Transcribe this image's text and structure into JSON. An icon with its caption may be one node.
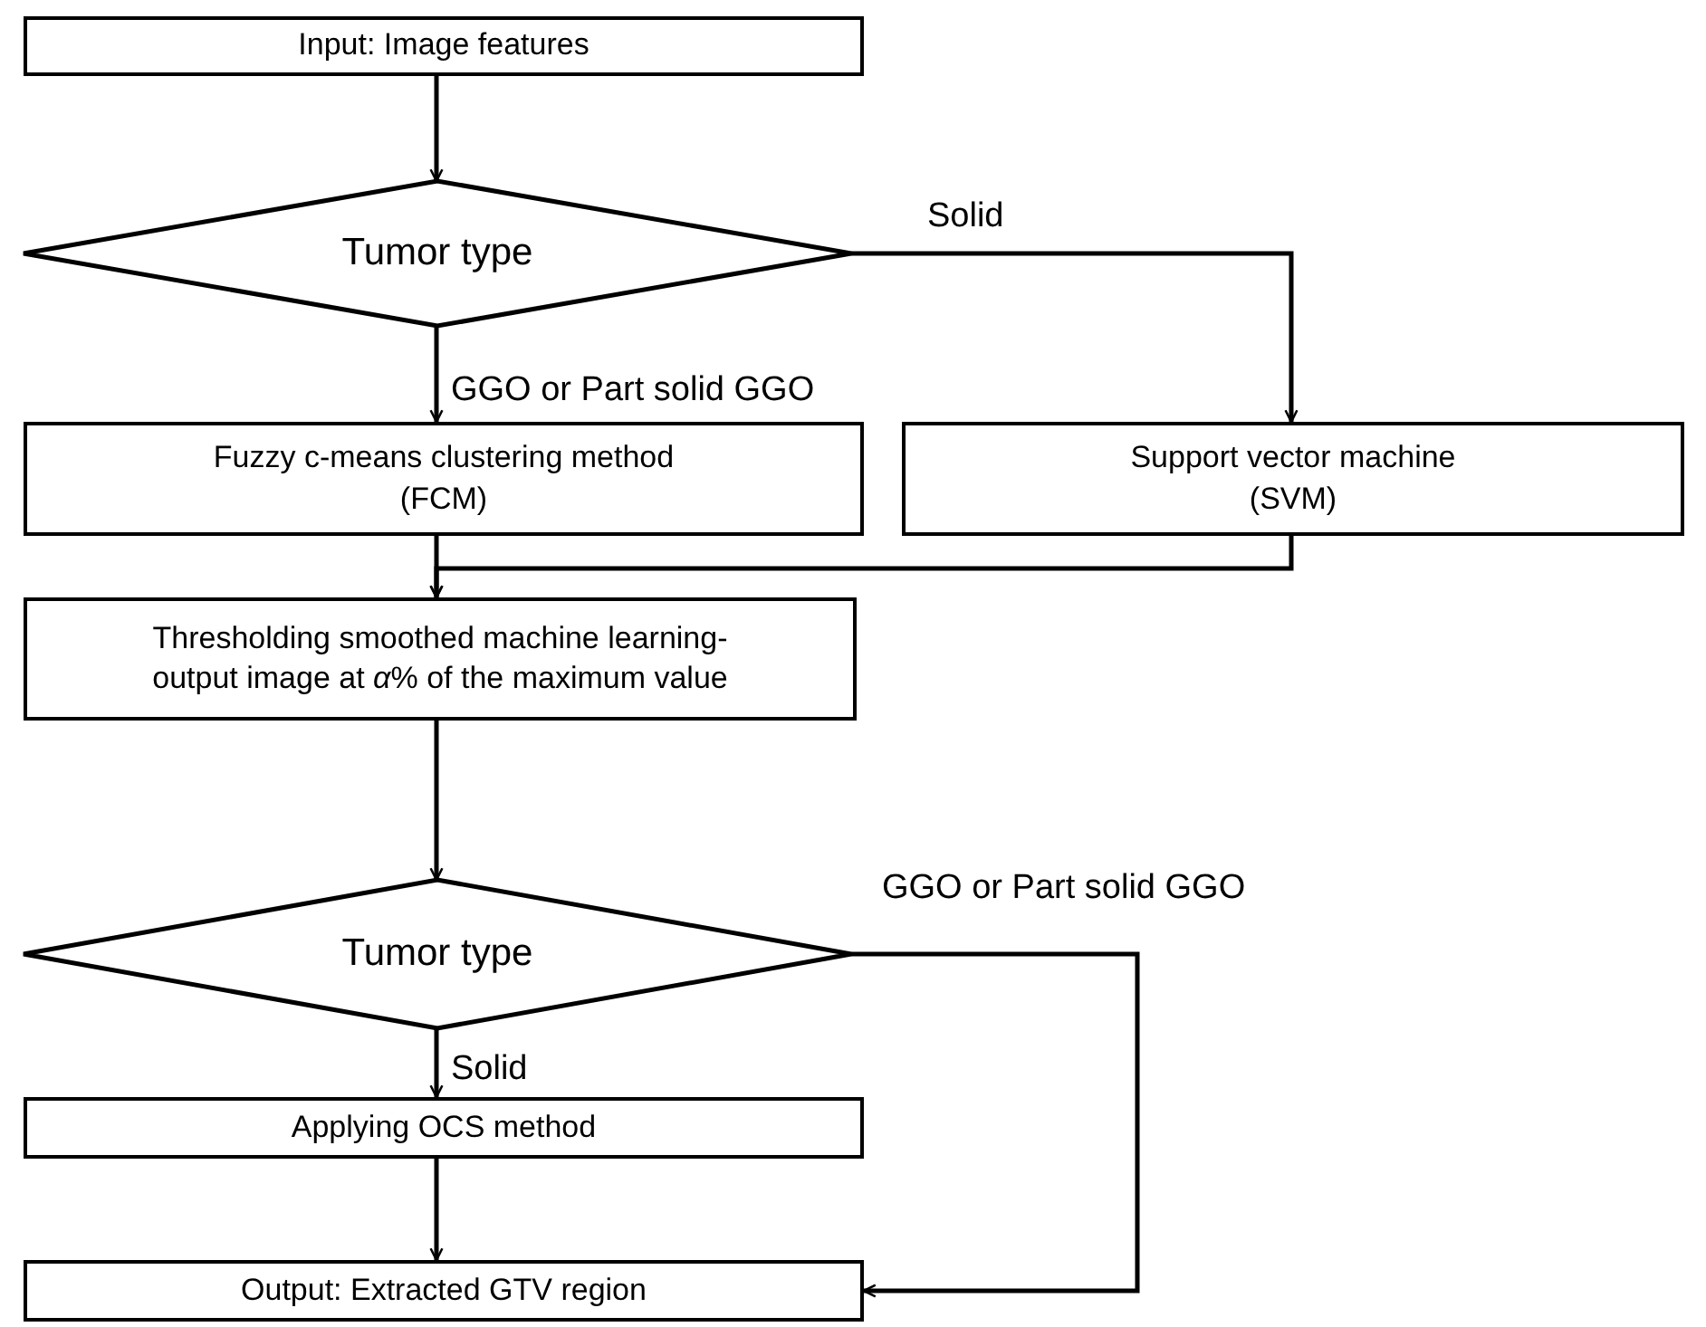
{
  "diagram": {
    "nodes": [
      {
        "text": [
          "Input: Image features"
        ]
      },
      {
        "text": [
          "Tumor type"
        ]
      },
      {
        "text": [
          "Fuzzy c-means clustering method (FCM)"
        ]
      },
      {
        "text": [
          "Support vector machine (SVM)"
        ]
      },
      {
        "text": [
          "Thresholding smoothed machine learning-output image at *α*% of the maximum value"
        ]
      },
      {
        "text": [
          "Tumor type"
        ]
      },
      {
        "text": [
          "Applying OCS method"
        ]
      },
      {
        "text": [
          "Output: Extracted GTV region"
        ]
      }
    ],
    "edges": [
      {
        "from": 0,
        "to": 1,
        "arrow": "to"
      },
      {
        "from": 1,
        "to": 2,
        "arrow": "to",
        "label": "GGO or Part solid GGO"
      },
      {
        "from": 1,
        "to": 3,
        "arrow": "to",
        "label": "Solid"
      },
      {
        "from": 2,
        "to": 4,
        "arrow": "to"
      },
      {
        "from": 3,
        "to": 4,
        "arrow": "to"
      },
      {
        "from": 4,
        "to": 5,
        "arrow": "to"
      },
      {
        "from": 5,
        "to": 6,
        "arrow": "to",
        "label": "Solid"
      },
      {
        "from": 5,
        "to": 7,
        "arrow": "to",
        "label": "GGO or Part solid GGO"
      },
      {
        "from": 6,
        "to": 7,
        "arrow": "to"
      }
    ]
  }
}
